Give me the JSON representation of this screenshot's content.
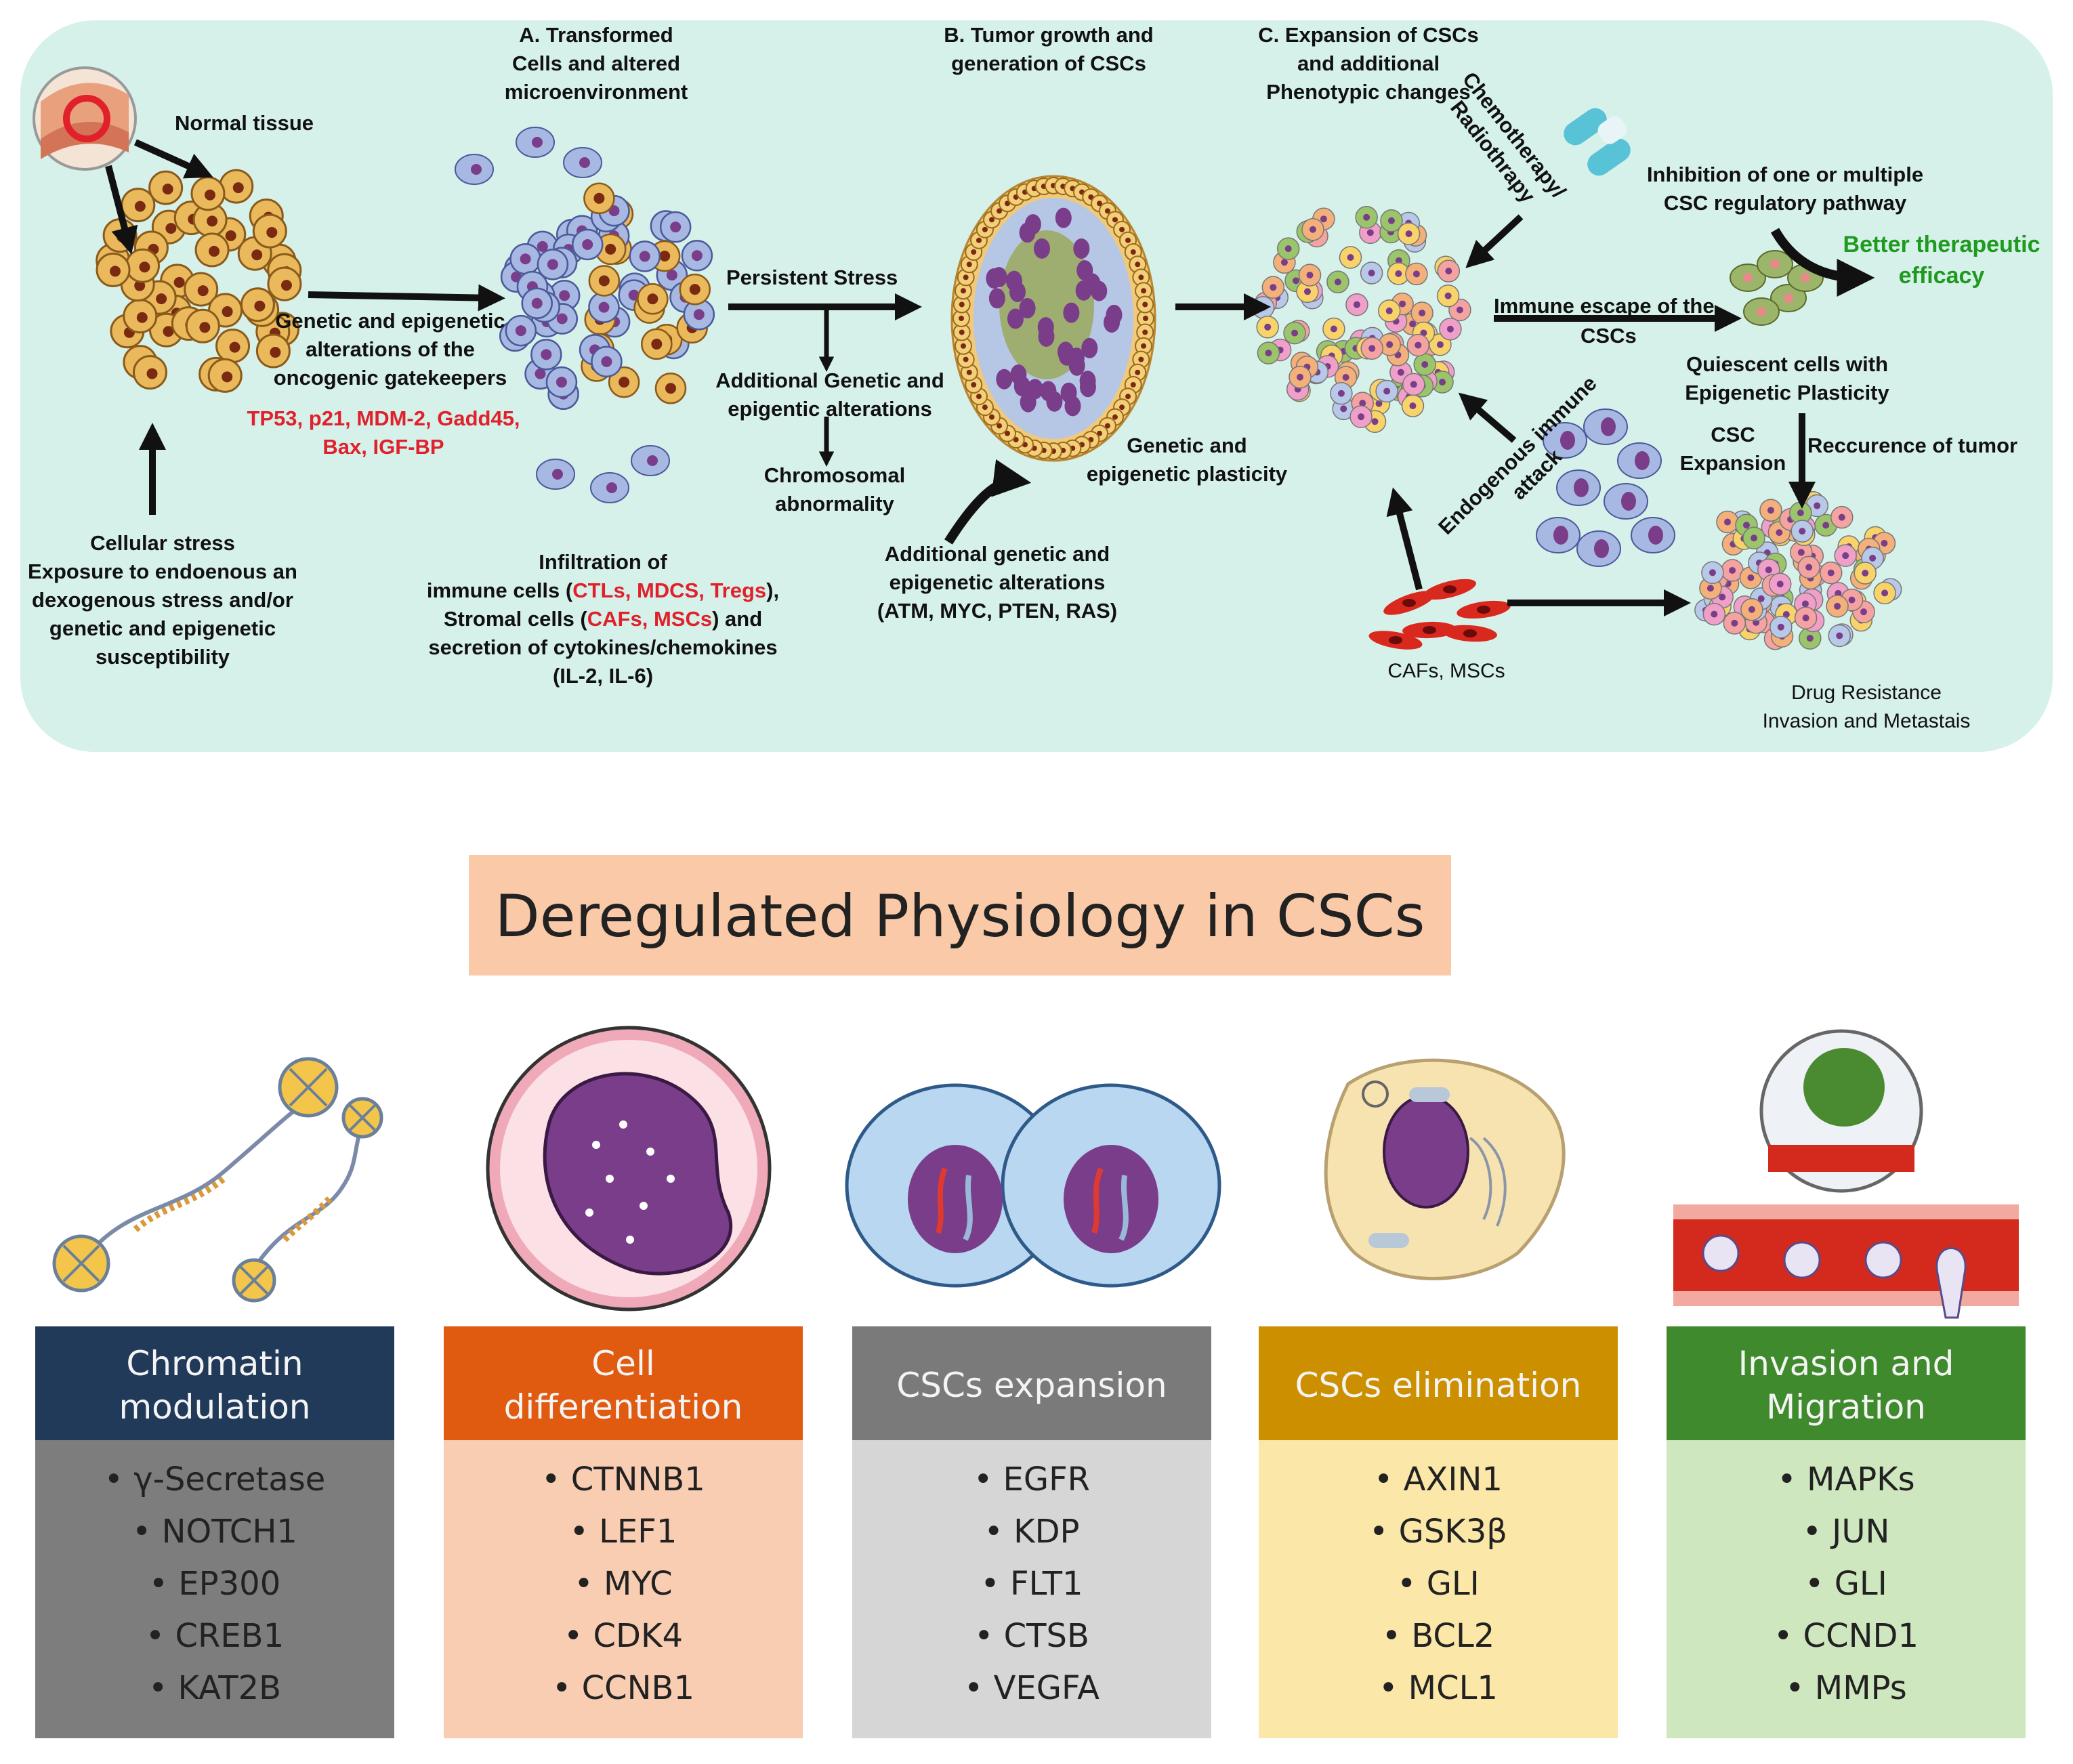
{
  "top_panel": {
    "stage_a": [
      "A. Transformed",
      "Cells and altered",
      "microenvironment"
    ],
    "stage_b": [
      "B. Tumor growth and",
      "generation of CSCs"
    ],
    "stage_c": [
      "C. Expansion of CSCs",
      "and additional",
      "Phenotypic changes"
    ],
    "normal_tissue": "Normal tissue",
    "cellular_stress": [
      "Cellular stress",
      "Exposure to endoenous an",
      "dexogenous stress and/or",
      "genetic and epigenetic",
      "susceptibility"
    ],
    "gatekeepers": [
      "Genetic and epigenetic",
      "alterations of the",
      "oncogenic gatekeepers"
    ],
    "gatekeeper_genes": [
      "TP53, p21, MDM-2, Gadd45,",
      "Bax, IGF-BP"
    ],
    "infiltration": {
      "line1": "Infiltration of",
      "line2_prefix": "immune cells (",
      "line2_red": "CTLs, MDCS, Tregs",
      "line2_suffix": "),",
      "line3_prefix": "Stromal cells (",
      "line3_red": "CAFs, MSCs",
      "line3_suffix": ") and",
      "line4": "secretion of cytokines/chemokines",
      "line5": "(IL-2, IL-6)"
    },
    "persistent_stress": "Persistent Stress",
    "additional_alterations": [
      "Additional Genetic and",
      "epigentic alterations"
    ],
    "chromosomal": [
      "Chromosomal",
      "abnormality"
    ],
    "additional_genetic": [
      "Additional genetic and",
      "epigenetic alterations",
      "(ATM, MYC, PTEN, RAS)"
    ],
    "plasticity": [
      "Genetic and",
      "epigenetic plasticity"
    ],
    "chemo": [
      "Chemotherapy/",
      "Radiothrapy"
    ],
    "inhibition": [
      "Inhibition of one or multiple",
      "CSC regulatory pathway"
    ],
    "better_efficacy": [
      "Better therapeutic",
      "efficacy"
    ],
    "immune_escape": [
      "Immune escape of the",
      "CSCs"
    ],
    "quiescent": [
      "Quiescent cells with",
      "Epigenetic Plasticity"
    ],
    "csc_expansion": [
      "CSC",
      "Expansion"
    ],
    "recurrence": "Reccurence of tumor",
    "endogenous": [
      "Endogenous immune",
      "attack"
    ],
    "cafs_mscs": "CAFs, MSCs",
    "drug_resistance": [
      "Drug Resistance",
      "Invasion and Metastais"
    ]
  },
  "title": "Deregulated Physiology in CSCs",
  "categories": [
    {
      "header": [
        "Chromatin",
        "modulation"
      ],
      "items": [
        "• γ-Secretase",
        "• NOTCH1",
        "• EP300",
        "• CREB1",
        "• KAT2B"
      ],
      "header_color": "#223a5a",
      "body_color": "#7d7d7d"
    },
    {
      "header": [
        "Cell",
        "differentiation"
      ],
      "items": [
        "• CTNNB1",
        "• LEF1",
        "• MYC",
        "• CDK4",
        "• CCNB1"
      ],
      "header_color": "#e05a10",
      "body_color": "#f8cdb2"
    },
    {
      "header": [
        "CSCs expansion"
      ],
      "items": [
        "• EGFR",
        "• KDP",
        "• FLT1",
        "• CTSB",
        "• VEGFA"
      ],
      "header_color": "#7a7a7a",
      "body_color": "#d6d6d6"
    },
    {
      "header": [
        "CSCs elimination"
      ],
      "items": [
        "• AXIN1",
        "• GSK3β",
        "• GLI",
        "• BCL2",
        "• MCL1"
      ],
      "header_color": "#cc8f00",
      "body_color": "#fbe7a8"
    },
    {
      "header": [
        "Invasion and",
        "Migration"
      ],
      "items": [
        "• MAPKs",
        "• JUN",
        "• GLI",
        "• CCND1",
        "• MMPs"
      ],
      "header_color": "#3f8a2c",
      "body_color": "#cfe7bf"
    }
  ],
  "colors": {
    "panel_bg": "#d6f0ea",
    "title_bg": "#f9c9a8",
    "accent_red": "#e0202a",
    "accent_green": "#1f9a1f"
  }
}
